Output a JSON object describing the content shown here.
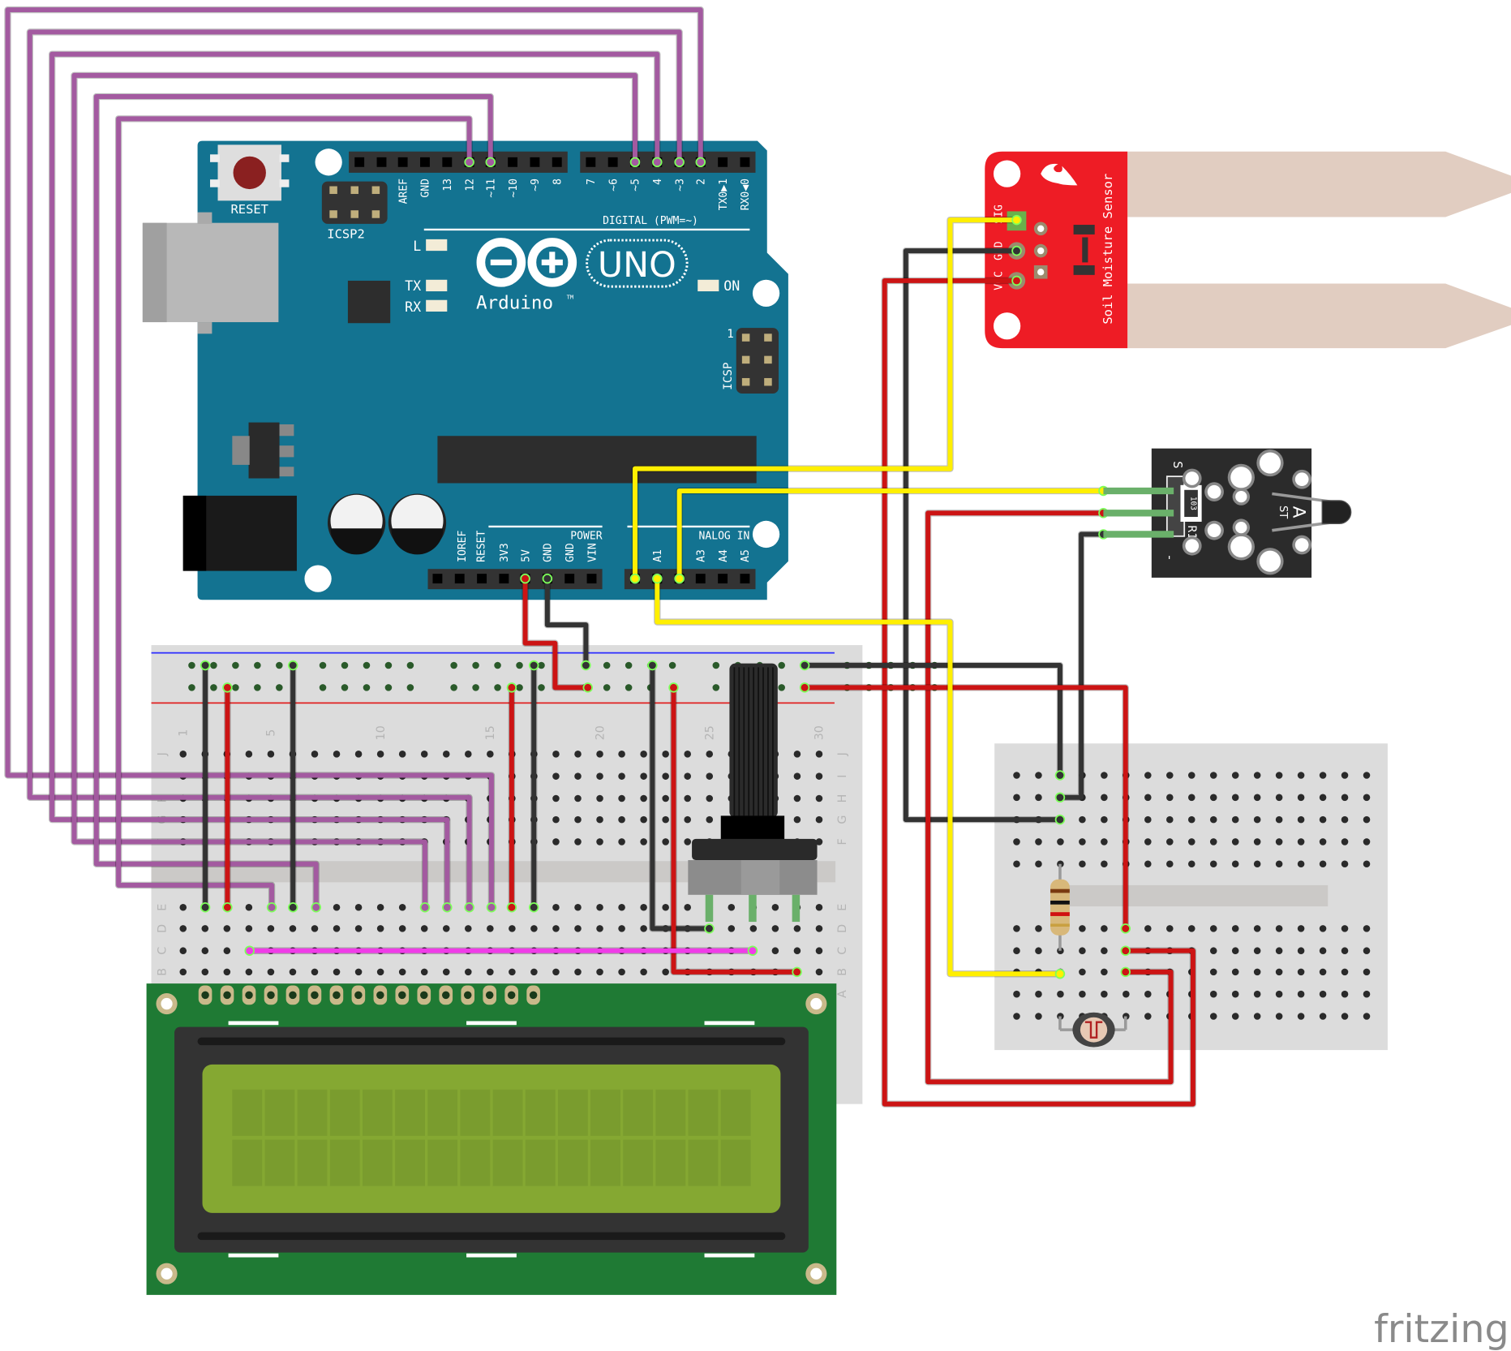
{
  "arduino": {
    "reset_label": "RESET",
    "icsp2_label": "ICSP2",
    "top_pin_labels": [
      "AREF",
      "GND",
      "13",
      "12",
      "~11",
      "~10",
      "~9",
      "8",
      "7",
      "~6",
      "~5",
      "4",
      "~3",
      "2",
      "TX0▶1",
      "RX0◀0"
    ],
    "digital_label": "DIGITAL (PWM=~)",
    "led_l": "L",
    "led_tx": "TX",
    "led_rx": "RX",
    "led_on": "ON",
    "logo_uno": "UNO",
    "logo_brand": "Arduino",
    "logo_tm": "TM",
    "icsp_label": "ICSP",
    "icsp_pin1": "1",
    "power_label": "POWER",
    "power_pin_labels": [
      "IOREF",
      "RESET",
      "3V3",
      "5V",
      "GND",
      "GND",
      "VIN"
    ],
    "analog_label": "NALOG IN",
    "analog_pin_labels": [
      "A1",
      "A3",
      "A4",
      "A5"
    ],
    "colors": {
      "board": "#137391",
      "header": "#333333"
    }
  },
  "soil_sensor": {
    "title": "Soil Moisture Sensor",
    "pin_labels": [
      "VCC",
      "GND",
      "SIG"
    ],
    "colors": {
      "board": "#ee1c25",
      "probe": "#e1cdc1"
    }
  },
  "temp_sensor": {
    "pin_s": "S",
    "pin_minus": "-",
    "resistor_code": "103",
    "resistor_ref": "R1",
    "thermistor_label": "A",
    "thermistor_ref": "ST"
  },
  "breadboard": {
    "column_numbers": [
      "1",
      "5",
      "10",
      "15",
      "20",
      "25",
      "30"
    ],
    "row_letters_top": [
      "J",
      "I",
      "H",
      "G",
      "F"
    ],
    "row_letters_bottom": [
      "E",
      "D",
      "C",
      "B",
      "A"
    ]
  },
  "wire_colors": {
    "purple": "#a35aa0",
    "red": "#cc1414",
    "black": "#333333",
    "yellow": "#ffef00",
    "magenta": "#f03ce8"
  },
  "lcd": {
    "colors": {
      "pcb": "#1f7a34",
      "screen": "#85a832"
    }
  },
  "watermark": "fritzing"
}
